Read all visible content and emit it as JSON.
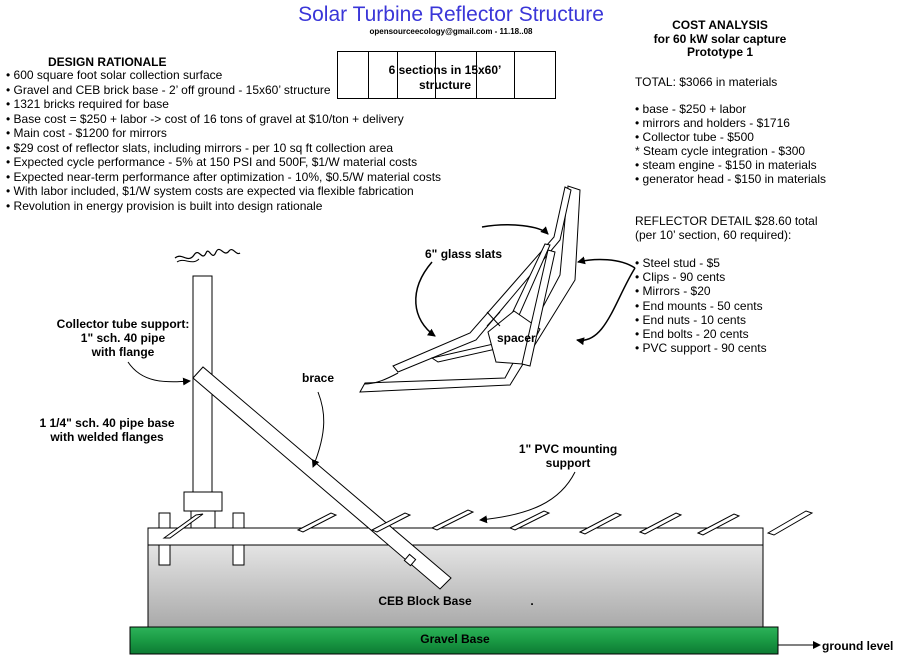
{
  "header": {
    "title": "Solar Turbine Reflector Structure",
    "subtitle": "opensourceecology@gmail.com - 11.18..08"
  },
  "design_rationale": {
    "heading": "DESIGN RATIONALE",
    "items": [
      "600 square foot solar collection surface",
      "Gravel and CEB brick  base - 2’ off ground - 15x60’ structure",
      "1321 bricks required for base",
      "Base cost = $250 + labor -> cost of 16 tons of gravel at $10/ton + delivery",
      "Main cost - $1200 for mirrors",
      "$29 cost of reflector slats, including mirrors - per 10 sq ft collection area",
      "Expected cycle performance - 5% at 150 PSI and 500F, $1/W material costs",
      "Expected near-term performance after optimization - 10%, $0.5/W material costs",
      "With labor included, $1/W system costs are expected via flexible fabrication",
      "Revolution in energy provision is built into design rationale"
    ]
  },
  "sections_box": {
    "line1": "6 sections in 15x60’",
    "line2": "structure"
  },
  "cost_analysis": {
    "heading_line1": "COST ANALYSIS",
    "heading_line2": "for 60 kW solar capture",
    "heading_line3": "Prototype 1",
    "total": "TOTAL: $3066 in materials",
    "items": [
      "base - $250 + labor",
      "mirrors and holders - $1716",
      "Collector tube - $500",
      "Steam cycle integration - $300",
      "steam engine - $150 in materials",
      "generator head - $150 in materials"
    ],
    "item_bullets": [
      "•",
      "•",
      "•",
      "*",
      "•",
      "•"
    ]
  },
  "reflector_detail": {
    "heading_line1": "REFLECTOR DETAIL $28.60 total",
    "heading_line2": "(per 10’  section, 60 required):",
    "items": [
      "Steel stud - $5",
      "Clips - 90 cents",
      "Mirrors - $20",
      "End mounts - 50 cents",
      "End nuts - 10 cents",
      "End bolts - 20 cents",
      "PVC support - 90 cents"
    ]
  },
  "labels": {
    "glass_slats": "6\" glass slats",
    "spacer": "spacer",
    "collector_support_line1": "Collector tube support:",
    "collector_support_line2": "1\" sch. 40 pipe",
    "collector_support_line3": "with flange",
    "brace": "brace",
    "pipe_base_line1": "1 1/4\" sch. 40 pipe base",
    "pipe_base_line2": "with welded flanges",
    "pvc_line1": "1\"  PVC mounting",
    "pvc_line2": "support",
    "ceb_base": "CEB Block Base",
    "ceb_dot": ".",
    "gravel_base": "Gravel Base",
    "ground_level": "ground level"
  },
  "colors": {
    "title": "#3a36d8",
    "gravel_green": "#1fa04a",
    "ceb_gray": "#c8c8c8"
  }
}
